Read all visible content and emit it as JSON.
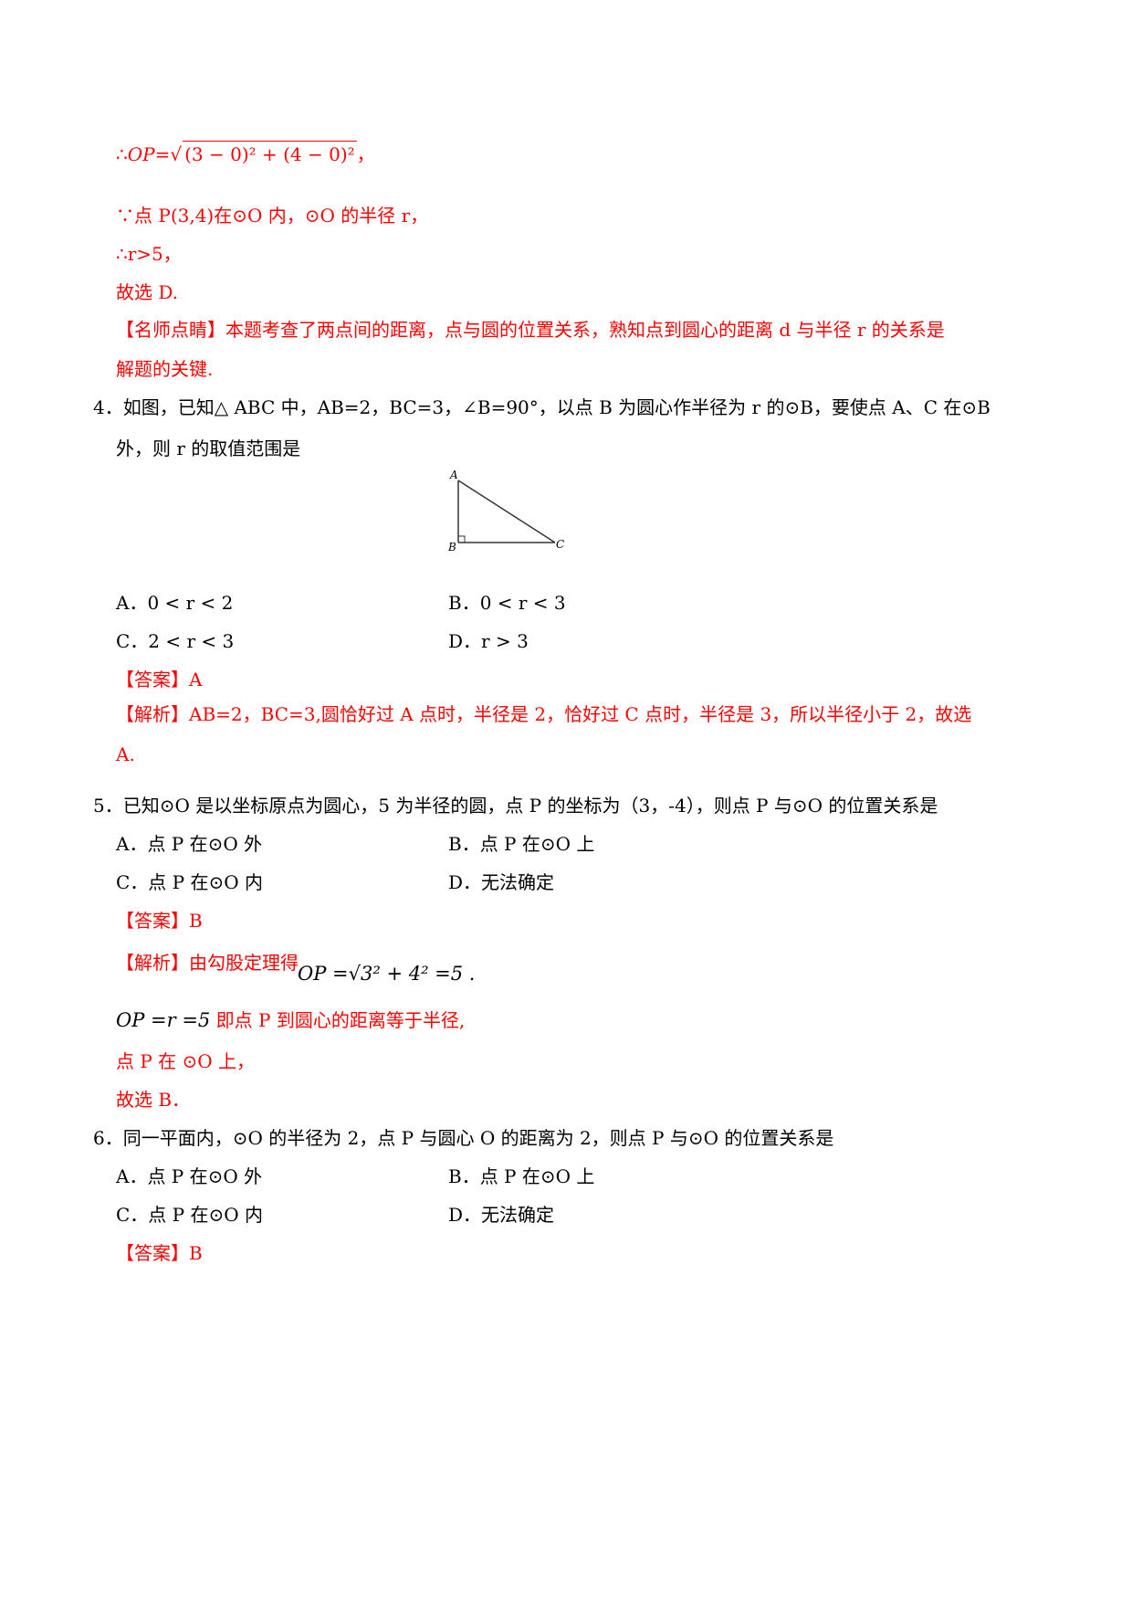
{
  "q3_tail": {
    "line1": "∴OP=√(3 − 0)² + (4 − 0)²，",
    "line2": "∵点 P(3,4)在⊙O 内，⊙O 的半径 r，",
    "line3": "∴r>5，",
    "line4": "故选 D.",
    "tip_label": "【名师点睛】",
    "tip_text1": "本题考查了两点间的距离，点与圆的位置关系，熟知点到圆心的距离 d 与半径 r 的关系是",
    "tip_text2": "解题的关键."
  },
  "q4": {
    "stem1": "4．如图，已知△ ABC 中，AB=2，BC=3，∠B=90°，以点 B 为圆心作半径为 r 的⊙B，要使点 A、C 在⊙B",
    "stem2": "外，则 r 的取值范围是",
    "figure": {
      "A": "A",
      "B": "B",
      "C": "C"
    },
    "options": {
      "A": "A．0 < r < 2",
      "B": "B．0 < r < 3",
      "C": "C．2 < r < 3",
      "D": "D．r > 3"
    },
    "answer": "【答案】A",
    "analysis_label": "【解析】",
    "analysis1": "AB=2，BC=3,圆恰好过 A 点时，半径是 2，恰好过 C 点时，半径是 3，所以半径小于 2，故选",
    "analysis2": "A."
  },
  "q5": {
    "stem": "5．已知⊙O 是以坐标原点为圆心，5 为半径的圆，点 P 的坐标为（3，-4），则点 P 与⊙O 的位置关系是",
    "options": {
      "A": "A．点 P 在⊙O 外",
      "B": "B．点 P 在⊙O 上",
      "C": "C．点 P 在⊙O 内",
      "D": "D．无法确定"
    },
    "answer": "【答案】B",
    "analysis_label": "【解析】由勾股定理得",
    "analysis_formula": "OP =√3² + 4² =5 .",
    "analysis2_formula": "OP =r =5",
    "analysis2_text": " 即点 P 到圆心的距离等于半径,",
    "analysis3": "点 P 在 ⊙O 上，",
    "analysis4": "故选 B．"
  },
  "q6": {
    "stem": "6．同一平面内，⊙O 的半径为 2，点 P 与圆心 O 的距离为 2，则点 P 与⊙O 的位置关系是",
    "options": {
      "A": "A．点 P 在⊙O 外",
      "B": "B．点 P 在⊙O 上",
      "C": "C．点 P 在⊙O 内",
      "D": "D．无法确定"
    },
    "answer": "【答案】B"
  }
}
